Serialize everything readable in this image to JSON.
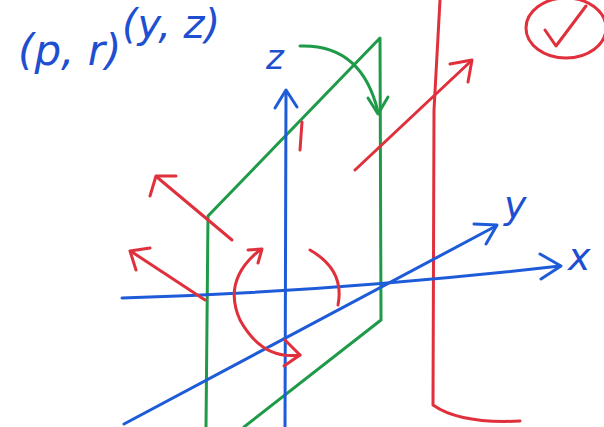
{
  "diagram": {
    "labels": [
      "(p, r)",
      "(y, z)",
      "z",
      "y",
      "x"
    ]
  }
}
